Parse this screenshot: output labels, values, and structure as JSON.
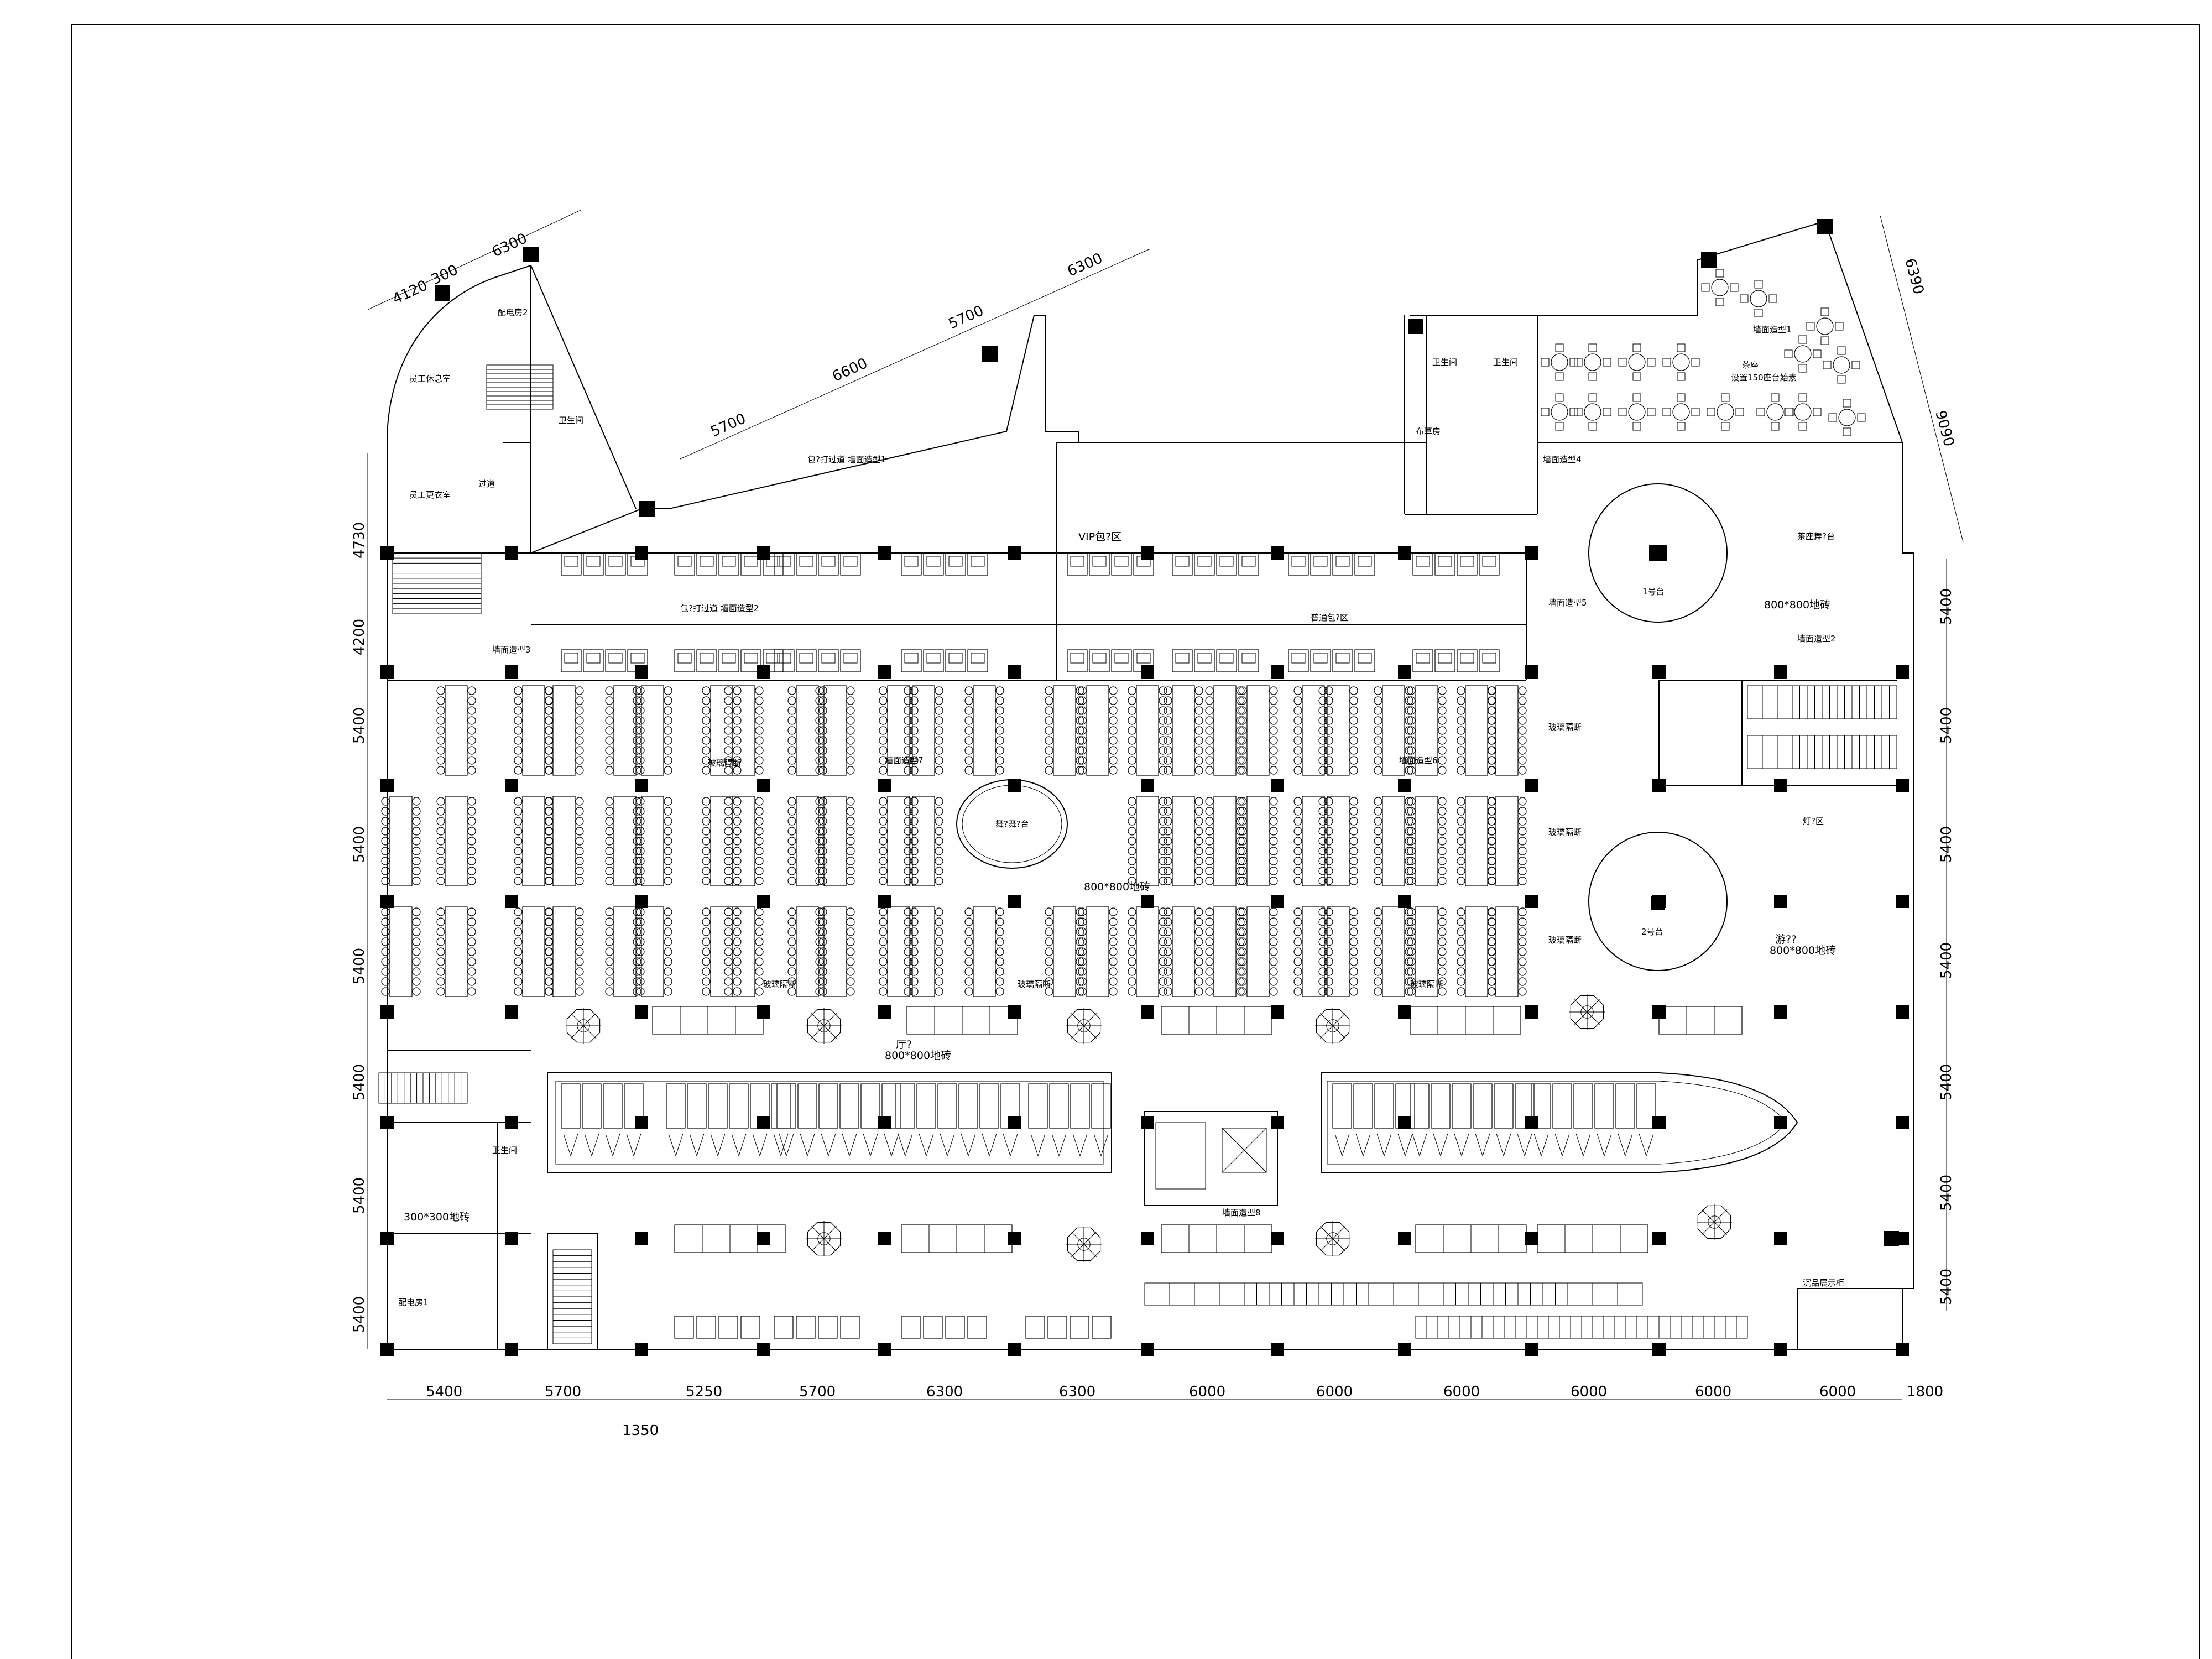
{
  "dimensions": {
    "bottom": [
      "5400",
      "5700",
      "5250",
      "5700",
      "6300",
      "6300",
      "6000",
      "6000",
      "6000",
      "6000",
      "6000",
      "6000",
      "1800"
    ],
    "bottom_extra": "1350",
    "left": [
      "4730",
      "4200",
      "5400",
      "5400",
      "5400",
      "5400",
      "5400",
      "5400"
    ],
    "right": [
      "5400",
      "5400",
      "5400",
      "5400",
      "5400",
      "5400",
      "5400"
    ],
    "top_left": [
      "4120",
      "300",
      "6300"
    ],
    "top_diagonal": [
      "5700",
      "6600",
      "5700",
      "6300"
    ],
    "top_right": [
      "6390",
      "9090"
    ]
  },
  "labels": {
    "power_room_2": "配电房2",
    "power_room_1": "配电房1",
    "staff_rest": "员工休息室",
    "staff_locker": "员工更衣室",
    "corridor": "过道",
    "toilet": "卫生间",
    "toilet_2": "卫生间",
    "toilet_3": "卫生间",
    "toilet_4": "卫生间",
    "linen": "布草房",
    "vip": "VIP包?区",
    "tea_area": "茶座",
    "tea_seats": "设置150座台始素",
    "tea_stage": "茶座舞?台",
    "stage_1": "1号台",
    "stage_2": "2号台",
    "dance": "舞?舞?台",
    "tile_800": "800*800地砖",
    "tile_800_b": "800*800地砖",
    "tile_800_c": "800*800地砖",
    "tile_800_d": "800*800地砖",
    "tile_300": "300*300地砖",
    "glass_1": "玻璃隔断",
    "glass_2": "玻璃隔断",
    "glass_3": "玻璃隔断",
    "glass_4": "玻璃隔断",
    "glass_5": "玻璃隔断",
    "glass_6": "玻璃隔断",
    "glass_7": "玻璃隔断",
    "ceiling_1": "墙面造型1",
    "ceiling_2": "墙面造型2",
    "ceiling_3": "墙面造型3",
    "ceiling_4": "墙面造型4",
    "ceiling_5": "墙面造型5",
    "ceiling_6": "墙面造型6",
    "ceiling_7": "墙面造型7",
    "ceiling_8": "墙面造型8",
    "private_rooms_1": "包?打过道 墙面造型1",
    "private_rooms_2": "包?打过道 墙面造型2",
    "general_pkg": "普通包?区",
    "display": "沉品展示柜",
    "stair_light": "灯?区",
    "upper": "游??",
    "lobby": "厅?"
  }
}
